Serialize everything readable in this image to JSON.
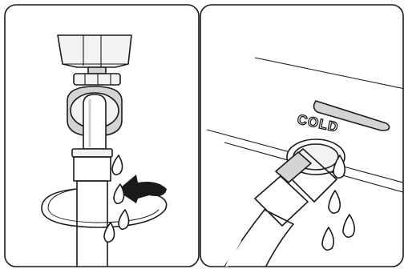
{
  "panels": [
    {
      "name": "left",
      "description": ""
    },
    {
      "name": "right",
      "description": ""
    }
  ],
  "labels": {
    "inlet": "COLD"
  }
}
